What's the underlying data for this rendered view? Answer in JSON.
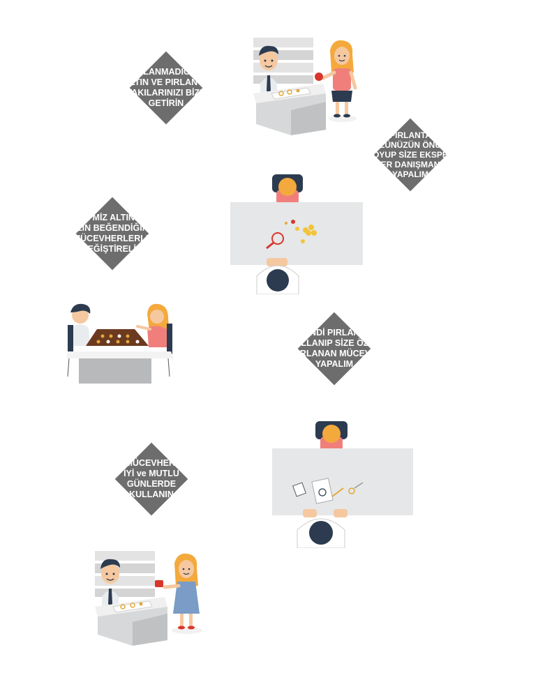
{
  "steps": [
    {
      "lines": [
        "KULLANMADIĞINIZ",
        "ALTIN VE PIRLANTA",
        "TAKILARINIZI BİZE",
        "GETİRİN"
      ]
    },
    {
      "lines": [
        "PIRLANTA",
        "YÜZÜNÜZÜN ÖNÜNE",
        "KOYUP SİZE EKSPER",
        "FİHER DANIŞMANLIK",
        "YAPALIM"
      ]
    },
    {
      "lines": [
        "ESKİ MİZ ALTINLARI",
        "SİZİN BEĞENDİĞİNİZ",
        "MÜCEVHERLERLE",
        "DEĞİŞTİRELİM"
      ]
    },
    {
      "lines": [
        "KENDİ PIRLANTA",
        "KULLANIP SİZE ÖZEL",
        "TASARLANAN MÜCEVHERİ",
        "YAPALIM"
      ]
    },
    {
      "lines": [
        "MÜCEVHERİ",
        "İYİ ve MUTLU",
        "GÜNLERDE",
        "KULLANIN"
      ]
    }
  ],
  "colors": {
    "diamond": "#6d6d6d",
    "skin": "#f5c8a0",
    "hair_dark": "#2c3b4f",
    "hair_blonde": "#f4a93d",
    "desk": "#e6e7e8",
    "desk_side": "#b8b9bb",
    "jewelry_tray": "#6b3a1f"
  },
  "icons": [
    "jewelry-counter-scene",
    "consultation-table-scene",
    "jewelry-tray-scene",
    "design-table-scene",
    "gift-counter-scene"
  ]
}
